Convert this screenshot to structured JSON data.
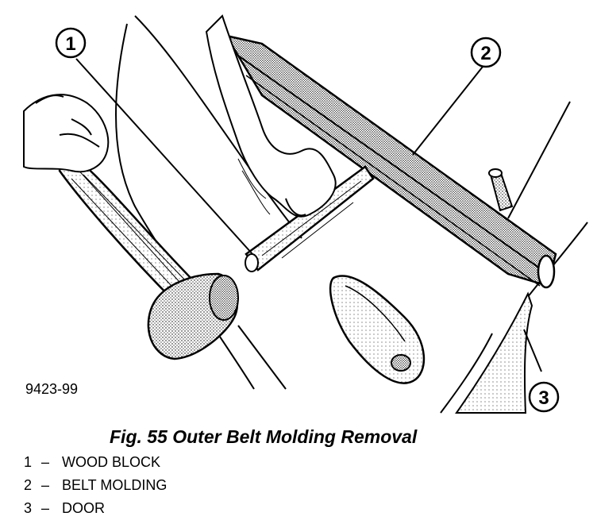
{
  "figure": {
    "code": "9423-99",
    "caption": "Fig. 55 Outer Belt Molding Removal"
  },
  "callouts": [
    {
      "number": "1"
    },
    {
      "number": "2"
    },
    {
      "number": "3"
    }
  ],
  "legend": [
    {
      "number": "1",
      "dash": "–",
      "label": "WOOD BLOCK"
    },
    {
      "number": "2",
      "dash": "–",
      "label": "BELT MOLDING"
    },
    {
      "number": "3",
      "dash": "–",
      "label": "DOOR"
    }
  ]
}
